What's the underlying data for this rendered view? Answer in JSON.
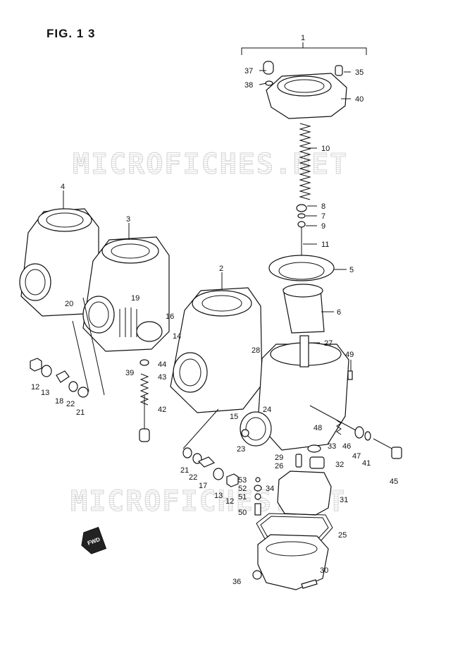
{
  "figure": {
    "title": "FIG. 1 3"
  },
  "watermarks": [
    "MICROFICHES.NET",
    "MICROFICHES.NET"
  ],
  "fwd_arrow_label": "FWD",
  "callouts": [
    "1",
    "37",
    "38",
    "35",
    "40",
    "10",
    "8",
    "7",
    "9",
    "11",
    "5",
    "6",
    "4",
    "3",
    "2",
    "27",
    "49",
    "28",
    "16",
    "14",
    "19",
    "20",
    "39",
    "44",
    "43",
    "42",
    "12",
    "13",
    "18",
    "22",
    "21",
    "15",
    "23",
    "24",
    "48",
    "33",
    "46",
    "47",
    "41",
    "45",
    "29",
    "26",
    "32",
    "34",
    "31",
    "53",
    "52",
    "51",
    "50",
    "21",
    "22",
    "17",
    "13",
    "12",
    "25",
    "30",
    "36"
  ]
}
